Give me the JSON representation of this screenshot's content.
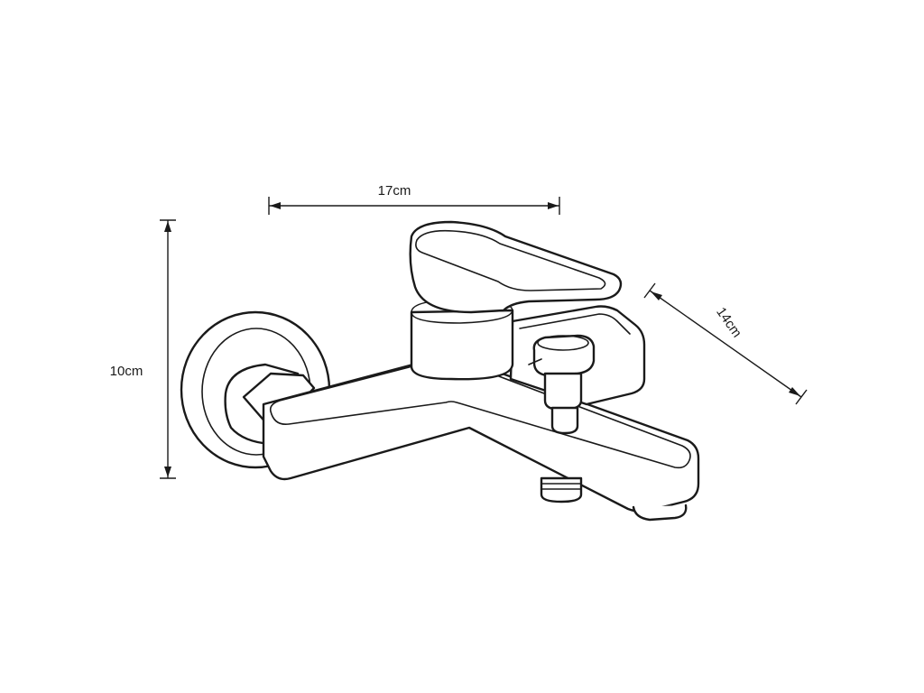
{
  "dimensions": {
    "width": "17cm",
    "height": "10cm",
    "depth": "14cm"
  },
  "colors": {
    "line": "#1a1a1a",
    "background": "#ffffff"
  }
}
